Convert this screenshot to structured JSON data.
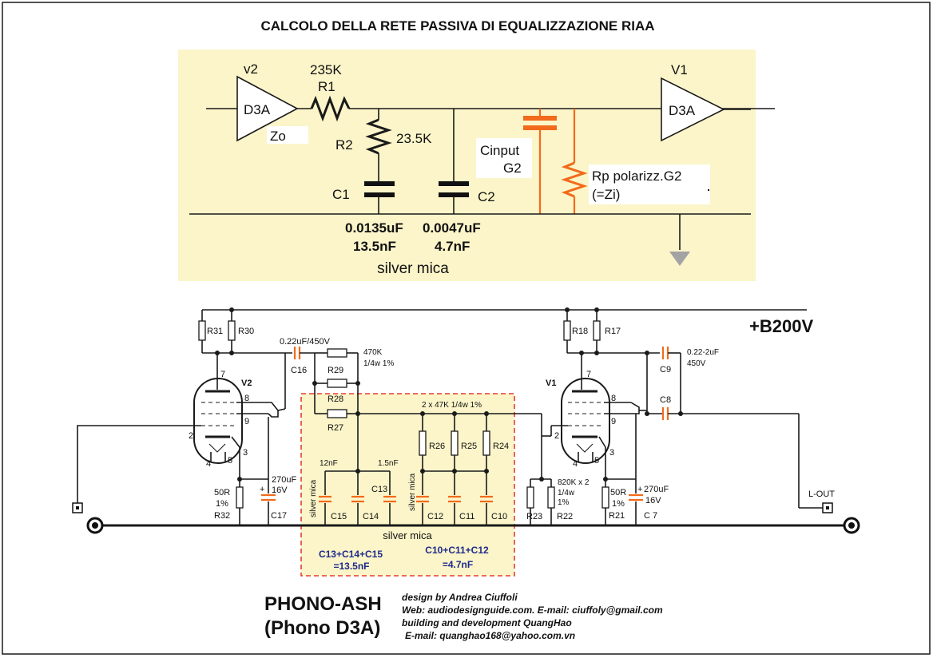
{
  "title": "CALCOLO DELLA RETE PASSIVA DI EQUALIZZAZIONE RIAA",
  "top": {
    "amp_left_name": "v2",
    "amp_left_label": "D3A",
    "zo": "Zo",
    "r1_value": "235K",
    "r1": "R1",
    "r2": "R2",
    "r2_value": "23.5K",
    "c1": "C1",
    "c2": "C2",
    "cinput_1": "Cinput",
    "cinput_2": "G2",
    "rp_1": "Rp polarizz.G2",
    "rp_2": "(=Zi)",
    "amp_right_name": "V1",
    "amp_right_label": "D3A",
    "c1_uf": "0.0135uF",
    "c1_nf": "13.5nF",
    "c2_uf": "0.0047uF",
    "c2_nf": "4.7nF",
    "mica": "silver mica"
  },
  "schematic": {
    "supply": "+B200V",
    "r31": "R31",
    "r30": "R30",
    "r18": "R18",
    "r17": "R17",
    "c16_value": "0.22uF/450V",
    "c16": "C16",
    "r29": "R29",
    "r28": "R28",
    "r27": "R27",
    "r_value_1": "470K",
    "r_value_2": "1/4w 1%",
    "parallel_note": "2 x 47K 1/4w 1%",
    "r26": "R26",
    "r25": "R25",
    "r24": "R24",
    "cap_12nf": "12nF",
    "cap_15nf": "1.5nF",
    "silver_mica_v": "silver mica",
    "c15": "C15",
    "c14": "C14",
    "c13": "C13",
    "c12": "C12",
    "c11": "C11",
    "c10": "C10",
    "silver_mica_h": "silver mica",
    "sum_left_1": "C13+C14+C15",
    "sum_left_2": "=13.5nF",
    "sum_right_1": "C10+C11+C12",
    "sum_right_2": "=4.7nF",
    "v2": "V2",
    "v1": "V1",
    "pin7": "7",
    "pin8": "8",
    "pin9": "9",
    "pin2": "2",
    "pin3": "3",
    "pin4": "4",
    "pin5": "5",
    "r32_1": "50R",
    "r32_2": "1%",
    "r32": "R32",
    "c17_1": "270uF",
    "c17_2": "16V",
    "c17": "C17",
    "r23": "R23",
    "r22_1": "820K x 2",
    "r22_2": "1/4w",
    "r22_3": "1%",
    "r22": "R22",
    "r21_1": "50R",
    "r21_2": "1%",
    "r21": "R21",
    "c7_1": "270uF",
    "c7_2": "16V",
    "c7": "C 7",
    "c9_value_1": "0.22-2uF",
    "c9_value_2": "450V",
    "c9": "C9",
    "c8": "C8",
    "lout": "L-OUT",
    "plus": "+"
  },
  "footer": {
    "name_1": "PHONO-ASH",
    "name_2": "(Phono D3A)",
    "credit_1": "design by Andrea Ciuffoli",
    "credit_2": "Web: audiodesignguide.com. E-mail: ciuffoly@gmail.com",
    "credit_3": "building and development QuangHao",
    "credit_4": "E-mail: quanghao168@yahoo.com.vn"
  },
  "colors": {
    "panel": "#fbf5c9",
    "accent": "#f26a1b",
    "note_blue": "#1f2a8c",
    "frame_dash": "#e53b2f"
  }
}
